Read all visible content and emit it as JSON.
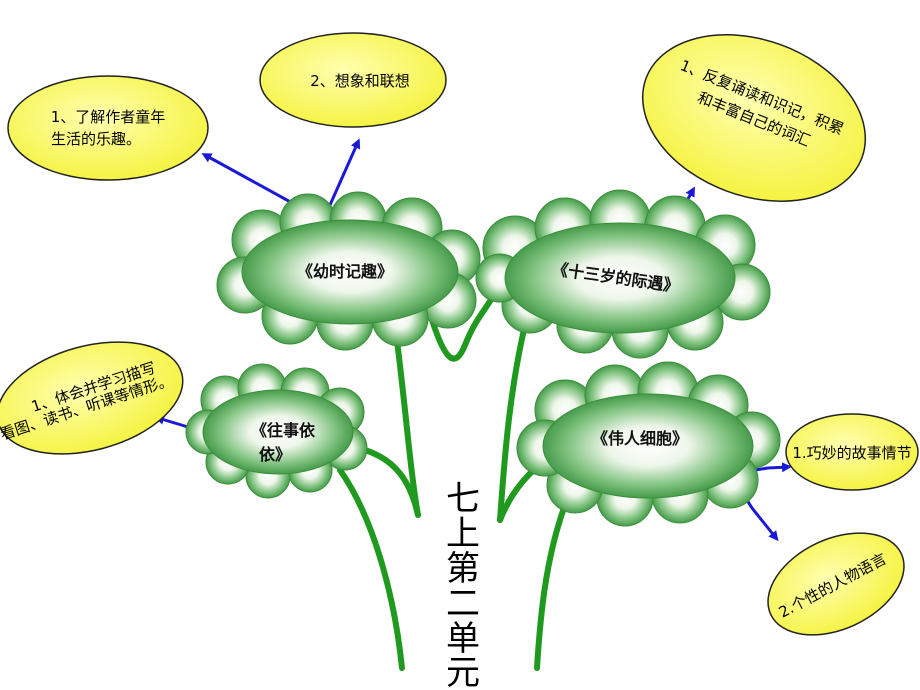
{
  "title_chars": [
    "七",
    "上",
    "第",
    "二",
    "单",
    "元"
  ],
  "clouds": [
    {
      "id": "youshi",
      "label": "《幼时记趣》"
    },
    {
      "id": "shisan",
      "label": "《十三岁的际遇》"
    },
    {
      "id": "wangshi",
      "line1": "《往事依",
      "line2": "依》"
    },
    {
      "id": "weiren",
      "label": "《伟人细胞》"
    }
  ],
  "ovals": [
    {
      "id": "oval-1",
      "line1": "1、了解作者童年",
      "line2": "生活的乐趣。"
    },
    {
      "id": "oval-2",
      "line1": "2、想象和联想"
    },
    {
      "id": "oval-3",
      "line1": "1、反复诵读和识记，积累",
      "line2": "和丰富自己的词汇"
    },
    {
      "id": "oval-4",
      "line1": "1、体会并学习描写",
      "line2": "看图、读书、听课等情形。"
    },
    {
      "id": "oval-5",
      "line1": "1.巧妙的故事情节"
    },
    {
      "id": "oval-6",
      "line1": "2.个性的人物语言"
    }
  ],
  "colors": {
    "stem": "#1f9a1f",
    "cloud_edge": "#2e8b2e",
    "cloud_center": "#ffffff",
    "oval_fill": "#ffff7a",
    "arrow": "#1a1ad6"
  }
}
